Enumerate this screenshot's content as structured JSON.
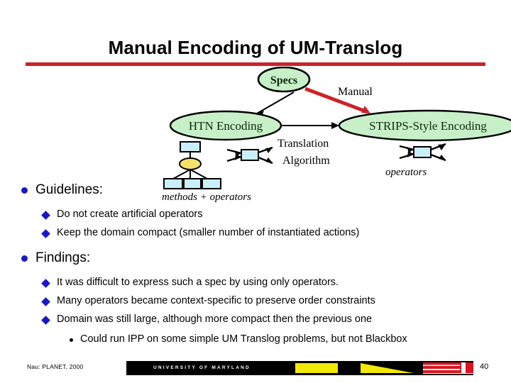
{
  "slide": {
    "title": "Manual Encoding of UM-Translog",
    "rule_color": "#cc2229"
  },
  "diagram": {
    "nodes": {
      "specs": "Specs",
      "htn": "HTN Encoding",
      "strips": "STRIPS-Style Encoding"
    },
    "edges": {
      "manual": "Manual",
      "translation_line1": "Translation",
      "translation_line2": "Algorithm"
    },
    "captions": {
      "methods_operators": "methods + operators",
      "operators": "operators"
    },
    "colors": {
      "node_fill": "#c8f0c8",
      "node_stroke": "#000000",
      "manual_arrow": "#cc2229",
      "box_fill": "#c8effa",
      "ellipse_fill": "#f5e06a"
    }
  },
  "content": {
    "sections": [
      {
        "heading": "Guidelines:",
        "items": [
          "Do not create artificial operators",
          "Keep the domain compact (smaller number of instantiated actions)"
        ]
      },
      {
        "heading": "Findings:",
        "items": [
          "It was difficult to express such a spec by using only operators.",
          "Many operators became context-specific to preserve order constraints",
          "Domain was still large, although more compact then the previous one"
        ],
        "subitem": "Could run IPP on some simple UM Translog problems, but not Blackbox"
      }
    ]
  },
  "footer": {
    "credit": "Nau: PLANET, 2000",
    "band_text": "UNIVERSITY OF MARYLAND",
    "page_number": "40"
  }
}
